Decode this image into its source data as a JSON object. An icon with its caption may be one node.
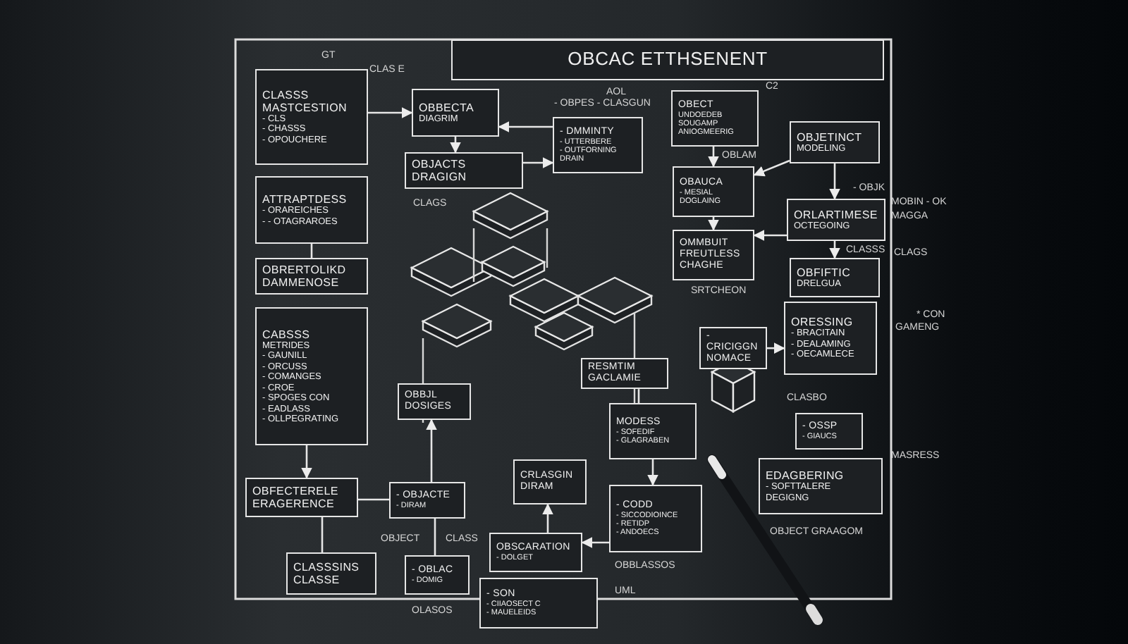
{
  "diagram": {
    "nodes": [
      {
        "text": [
          "OBCAC ETTHSENENT"
        ]
      },
      {
        "text": [
          "CLASSS MASTCESTION",
          "- CLS",
          "- CHASSS",
          "- OPOUCHERE"
        ]
      },
      {
        "text": [
          "ATTRAPTDESS",
          "- ORAREICHES",
          "- - OTAGRAROES"
        ]
      },
      {
        "text": [
          "OBRERTOLIKD DAMMENOSE"
        ]
      },
      {
        "text": [
          "CABSSS",
          "METRIDES",
          "- GAUNILL",
          "- ORCUSS",
          "- COMANGES",
          "- CROE",
          "- SPOGES CON",
          "- EADLASS",
          "- OLLPEGRATING"
        ]
      },
      {
        "text": [
          "OBFECTERELE ERAGERENCE"
        ]
      },
      {
        "text": [
          "CLASSSINS CLASSE"
        ]
      },
      {
        "text": [
          "OBBECTA",
          "DIAGRIM"
        ]
      },
      {
        "text": [
          "OBJACTS DRAGIGN"
        ]
      },
      {
        "text": [
          "OBBJL DOSIGES"
        ]
      },
      {
        "text": [
          "- OBJACTE",
          "- DIRAM"
        ]
      },
      {
        "text": [
          "- OBLAC",
          "- DOMIG"
        ]
      },
      {
        "text": [
          "CRLASGIN DIRAM"
        ]
      },
      {
        "text": [
          "OBSCARATION",
          "- DOLGET"
        ]
      },
      {
        "text": [
          "- SON",
          "- CIIAOSECT C",
          "- MAUELEIDS"
        ]
      },
      {
        "text": [
          "- DMMINTY",
          "- UTTERBERE",
          "- OUTFORNING",
          "DRAIN"
        ]
      },
      {
        "text": [
          "OBECT",
          "UNDOEDEB",
          "SOUGAMP",
          "ANIOGMEERIG"
        ]
      },
      {
        "text": [
          "OBAUCA",
          "- MESIAL",
          "DOGLAING"
        ]
      },
      {
        "text": [
          "OMMBUIT FREUTLESS CHAGHE"
        ]
      },
      {
        "text": [
          "OBJETINCT",
          "MODELING"
        ]
      },
      {
        "text": [
          "ORLARTIMESE",
          "OCTEGOING"
        ]
      },
      {
        "text": [
          "OBFIFTIC",
          "DRELGUA"
        ]
      },
      {
        "text": [
          "RESMTIM GACLAMIE"
        ]
      },
      {
        "text": [
          "MODESS",
          "- SOFEDIF",
          "- GLAGRABEN"
        ]
      },
      {
        "text": [
          "- CODD",
          "- SICCODIOINCE",
          "- RETIDP",
          "- ANDOECS"
        ]
      },
      {
        "text": [
          "- CRICIGGN NOMACE"
        ]
      },
      {
        "text": [
          "ORESSING",
          "- BRACITAIN",
          "- DEALAMING",
          "- OECAMLECE"
        ]
      },
      {
        "text": [
          "- OSSP",
          "- GIAUCS"
        ]
      },
      {
        "text": [
          "EDAGBERING",
          "- SOFTTALERE",
          "DEGIGNG"
        ]
      }
    ],
    "edges": [
      {
        "from": 1,
        "to": 7,
        "arrow": "to"
      },
      {
        "from": 7,
        "to": 8,
        "arrow": "to"
      },
      {
        "from": 15,
        "to": 7,
        "arrow": "to"
      },
      {
        "from": 16,
        "to": 17,
        "arrow": "to"
      },
      {
        "from": 17,
        "to": 18,
        "arrow": "to"
      },
      {
        "from": 19,
        "to": 20,
        "arrow": "to"
      },
      {
        "from": 20,
        "to": 21,
        "arrow": "to"
      },
      {
        "from": 20,
        "to": 18,
        "arrow": "to"
      },
      {
        "from": 19,
        "to": 17,
        "arrow": "to"
      },
      {
        "from": 4,
        "to": 5,
        "arrow": "to"
      },
      {
        "from": 5,
        "to": 6,
        "arrow": "none"
      },
      {
        "from": 5,
        "to": 10,
        "arrow": "none"
      },
      {
        "from": 10,
        "to": 9,
        "arrow": "to"
      },
      {
        "from": 13,
        "to": 12,
        "arrow": "to"
      },
      {
        "from": 24,
        "to": 13,
        "arrow": "to"
      },
      {
        "from": 23,
        "to": 24,
        "arrow": "to"
      },
      {
        "from": 25,
        "to": 26,
        "arrow": "to"
      },
      {
        "from": 2,
        "to": 3,
        "arrow": "none"
      },
      {
        "from": 8,
        "to": 15,
        "arrow": "to"
      },
      {
        "from": 22,
        "to": 23,
        "arrow": "none"
      },
      {
        "from": 11,
        "to": 10,
        "arrow": "none"
      }
    ],
    "labels": [
      "GT",
      "CLAS E",
      "- OBPES - CLASGUN",
      "AOL",
      "C2",
      "OBLAM",
      "CLAGS",
      "- OBJK",
      "MOBIN - OK",
      "MAGGA",
      "CLASSS",
      "CLAGS",
      "SRTCHEON",
      "* CON",
      "GAMENG",
      "CLASBO",
      "MASRESS",
      "OBJECT GRAAGOM",
      "OBJECT",
      "CLASS",
      "OBBLASSOS",
      "UML",
      "OLASOS"
    ]
  }
}
